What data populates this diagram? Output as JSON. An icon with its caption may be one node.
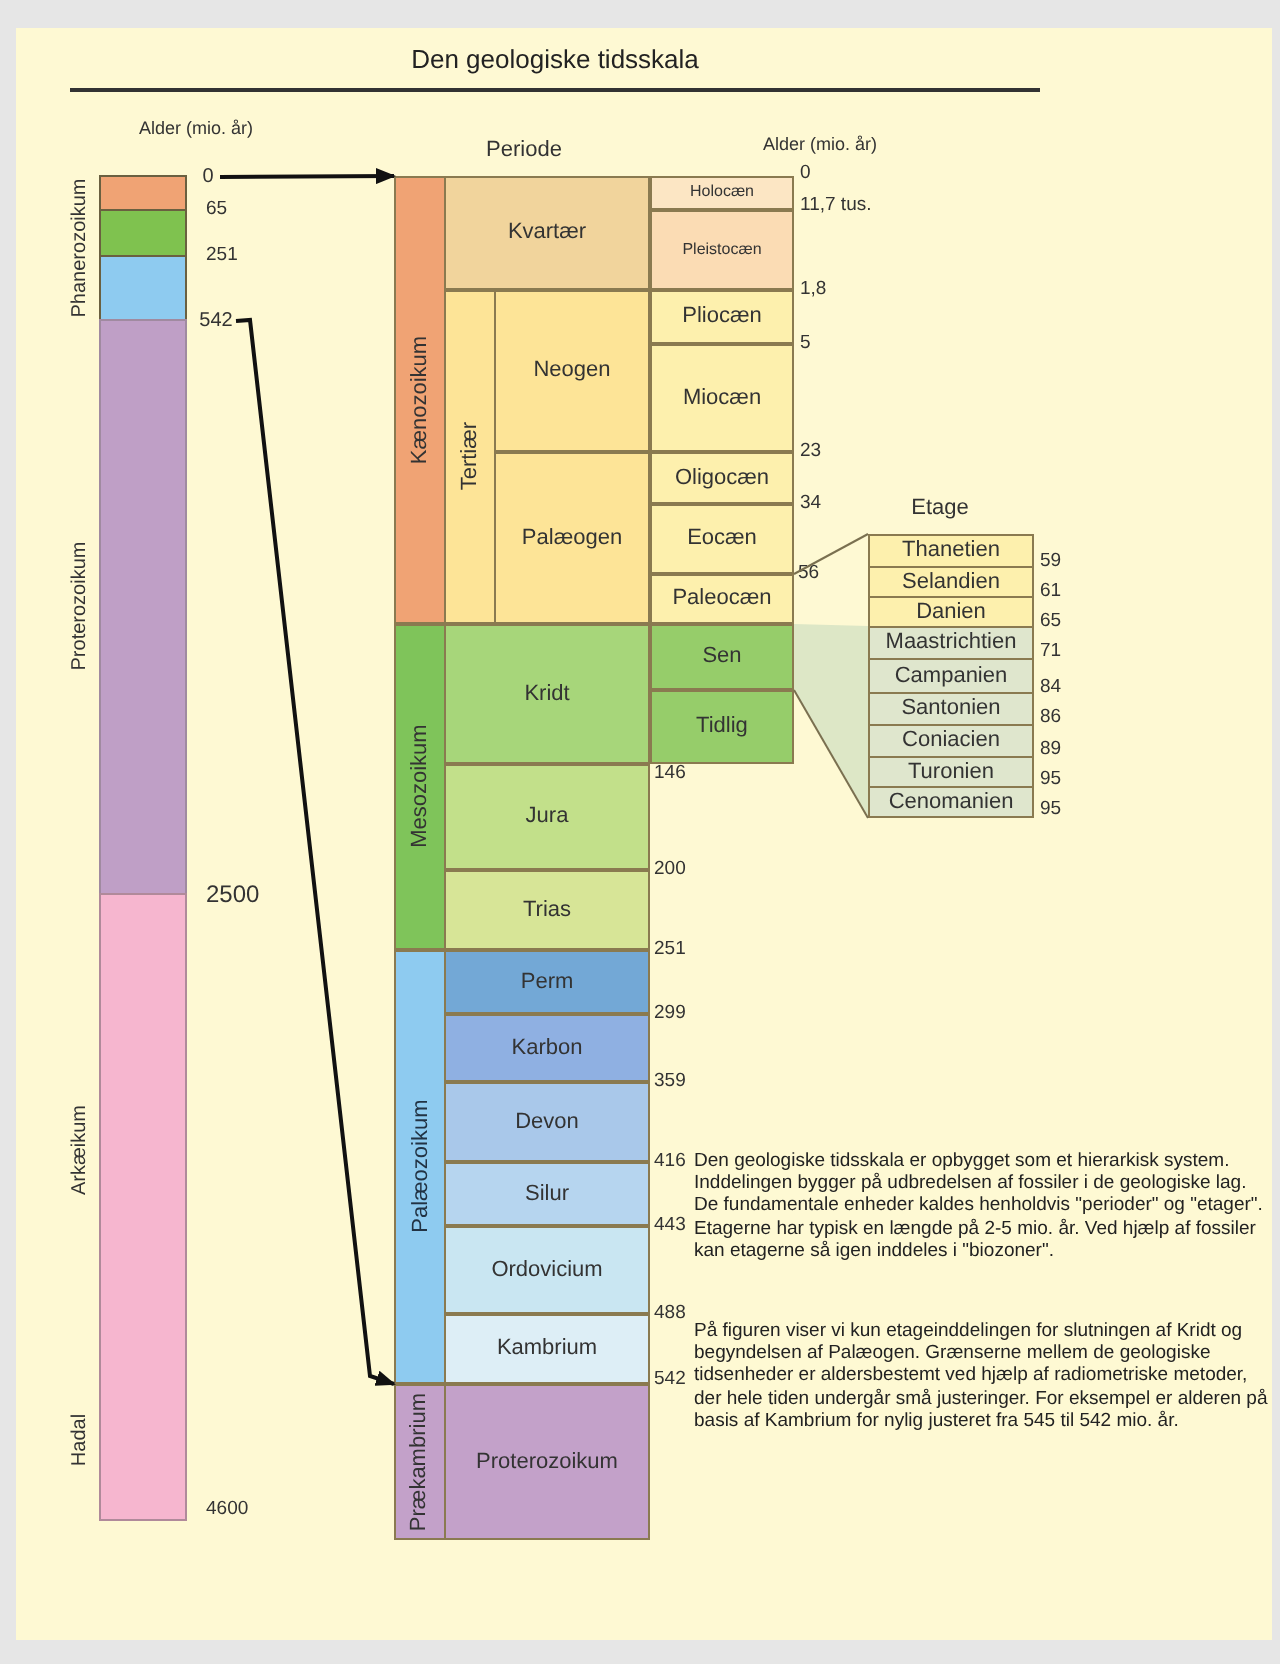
{
  "diagram": {
    "title": "Den geologiske tidsskala",
    "nodes": [
      {
        "text": [
          "0"
        ]
      },
      {
        "text": [
          "542"
        ]
      },
      {
        "text": [
          "Kænozoikum"
        ]
      },
      {
        "text": [
          "Kvartær"
        ]
      },
      {
        "text": [
          "Holocæn"
        ]
      },
      {
        "text": [
          "Pleistocæn"
        ]
      },
      {
        "text": [
          "Tertiær"
        ]
      },
      {
        "text": [
          "Neogen"
        ]
      },
      {
        "text": [
          "Pliocæn"
        ]
      },
      {
        "text": [
          "Miocæn"
        ]
      },
      {
        "text": [
          "Palæogen"
        ]
      },
      {
        "text": [
          "Oligocæn"
        ]
      },
      {
        "text": [
          "Eocæn"
        ]
      },
      {
        "text": [
          "Paleocæn"
        ]
      },
      {
        "text": [
          "Mesozoikum"
        ]
      },
      {
        "text": [
          "Kridt"
        ]
      },
      {
        "text": [
          "Sen"
        ]
      },
      {
        "text": [
          "Tidlig"
        ]
      },
      {
        "text": [
          "Jura"
        ]
      },
      {
        "text": [
          "Trias"
        ]
      },
      {
        "text": [
          "Palæozoikum"
        ]
      },
      {
        "text": [
          "Perm"
        ]
      },
      {
        "text": [
          "Karbon"
        ]
      },
      {
        "text": [
          "Devon"
        ]
      },
      {
        "text": [
          "Silur"
        ]
      },
      {
        "text": [
          "Ordovicium"
        ]
      },
      {
        "text": [
          "Kambrium"
        ]
      },
      {
        "text": [
          "Prækambrium"
        ]
      },
      {
        "text": [
          "Proterozoikum"
        ]
      },
      {
        "text": [
          "Thanetien"
        ]
      },
      {
        "text": [
          "Selandien"
        ]
      },
      {
        "text": [
          "Danien"
        ]
      },
      {
        "text": [
          "Maastrichtien"
        ]
      },
      {
        "text": [
          "Campanien"
        ]
      },
      {
        "text": [
          "Santonien"
        ]
      },
      {
        "text": [
          "Coniacien"
        ]
      },
      {
        "text": [
          "Turonien"
        ]
      },
      {
        "text": [
          "Cenomanien"
        ]
      }
    ],
    "edges": [
      {
        "from": 0,
        "to": 2,
        "arrow": "to"
      },
      {
        "from": 1,
        "to": 27,
        "arrow": "to"
      },
      {
        "from": 13,
        "to": 29,
        "arrow": "none",
        "color": "#7a7050"
      },
      {
        "from": 17,
        "to": 37,
        "arrow": "none",
        "color": "#7a7050"
      }
    ],
    "labels": [
      "Alder (mio. år)",
      "65",
      "251",
      "2500",
      "4600",
      "Phanerozoikum",
      "Proterozoikum",
      "Arkæikum",
      "Hadal",
      "Periode",
      "Alder (mio. år)",
      "0",
      "11,7 tus.",
      "1,8",
      "5",
      "23",
      "34",
      "56",
      "Etage",
      "59",
      "61",
      "65",
      "71",
      "84",
      "86",
      "89",
      "95",
      "95",
      "146",
      "200",
      "251",
      "299",
      "359",
      "416",
      "443",
      "488",
      "542",
      "Den geologiske tidsskala er opbygget som et hierarkisk system. Inddelingen bygger på udbredelsen af fossiler i de geologiske lag. De fundamentale enheder kaldes henholdvis \"perioder\" og \"etager\". Etagerne har typisk en længde på 2-5 mio. år. Ved hjælp af fossiler kan etagerne så igen inddeles i \"biozoner\".",
      "På figuren viser vi kun etageinddelingen for slutningen af Kridt og begyndelsen af Palæogen. Grænserne mellem de geologiske tidsenheder er aldersbestemt ved hjælp af radiometriske metoder, der hele tiden undergår små justeringer. For eksempel er alderen på basis af Kambrium for nylig justeret fra 545 til 542 mio. år."
    ]
  }
}
